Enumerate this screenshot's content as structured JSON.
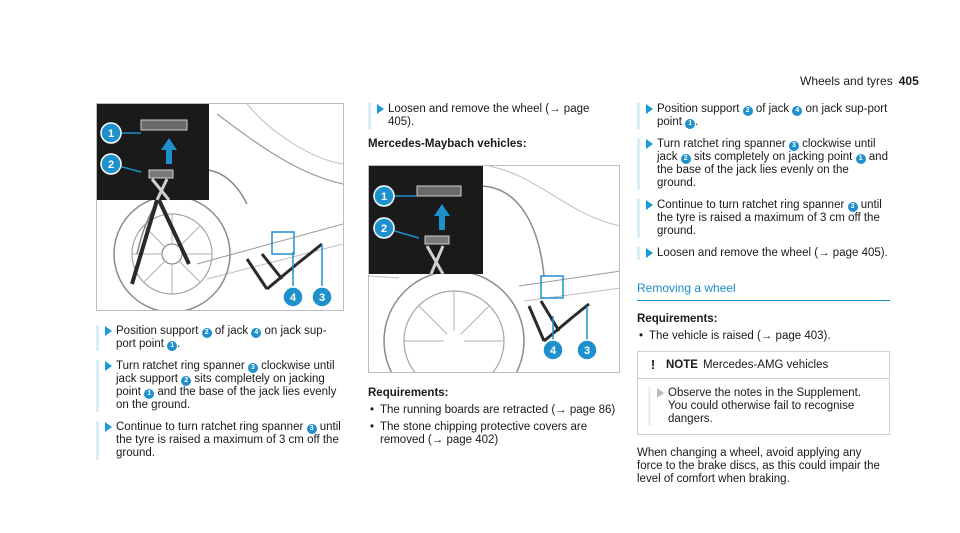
{
  "header": {
    "section": "Wheels and tyres",
    "page": "405"
  },
  "col1": {
    "figure_labels": [
      "1",
      "2",
      "4",
      "3"
    ],
    "steps": [
      {
        "parts": [
          "Position support ",
          "2",
          " of jack ",
          "4",
          " on jack sup-port point ",
          "1",
          "."
        ]
      },
      {
        "parts": [
          "Turn ratchet ring spanner ",
          "3",
          " clockwise until jack support ",
          "2",
          " sits completely on jacking point ",
          "1",
          " and the base of the jack lies evenly on the ground."
        ]
      },
      {
        "parts": [
          "Continue to turn ratchet ring spanner ",
          "3",
          " until the tyre is raised a maximum of 3 cm off the ground."
        ]
      }
    ]
  },
  "col2": {
    "step_top": "Loosen and remove the wheel (→ page 405).",
    "subhead": "Mercedes-Maybach vehicles:",
    "figure_labels": [
      "1",
      "2",
      "4",
      "3"
    ],
    "requirements_title": "Requirements:",
    "requirements": [
      "The running boards are retracted (→ page 86)",
      "The stone chipping protective covers are removed (→ page 402)"
    ]
  },
  "col3": {
    "steps": [
      {
        "parts": [
          "Position support ",
          "2",
          " of jack ",
          "4",
          " on jack sup-port point ",
          "1",
          "."
        ]
      },
      {
        "parts": [
          "Turn ratchet ring spanner ",
          "3",
          " clockwise until jack ",
          "2",
          " sits completely on jacking point ",
          "1",
          " and the base of the jack lies evenly on the ground."
        ]
      },
      {
        "parts": [
          "Continue to turn ratchet ring spanner ",
          "3",
          " until the tyre is raised a maximum of 3 cm off the ground."
        ]
      },
      {
        "parts": [
          "Loosen and remove the wheel (→ page 405)."
        ]
      }
    ],
    "section_title": "Removing a wheel",
    "requirements_title": "Requirements:",
    "requirements": [
      "The vehicle is raised (→ page 403)."
    ],
    "note": {
      "label": "NOTE",
      "title": "Mercedes-AMG vehicles",
      "step": "Observe the notes in the Supplement. You could otherwise fail to recognise dangers."
    },
    "paragraph": "When changing a wheel, avoid applying any force to the brake discs, as this could impair the level of comfort when braking."
  },
  "colors": {
    "accent": "#1a8cc8",
    "step_bar": "#d9eef7",
    "callout": "#1e90cc",
    "inset_bg": "#1a1a1a"
  }
}
